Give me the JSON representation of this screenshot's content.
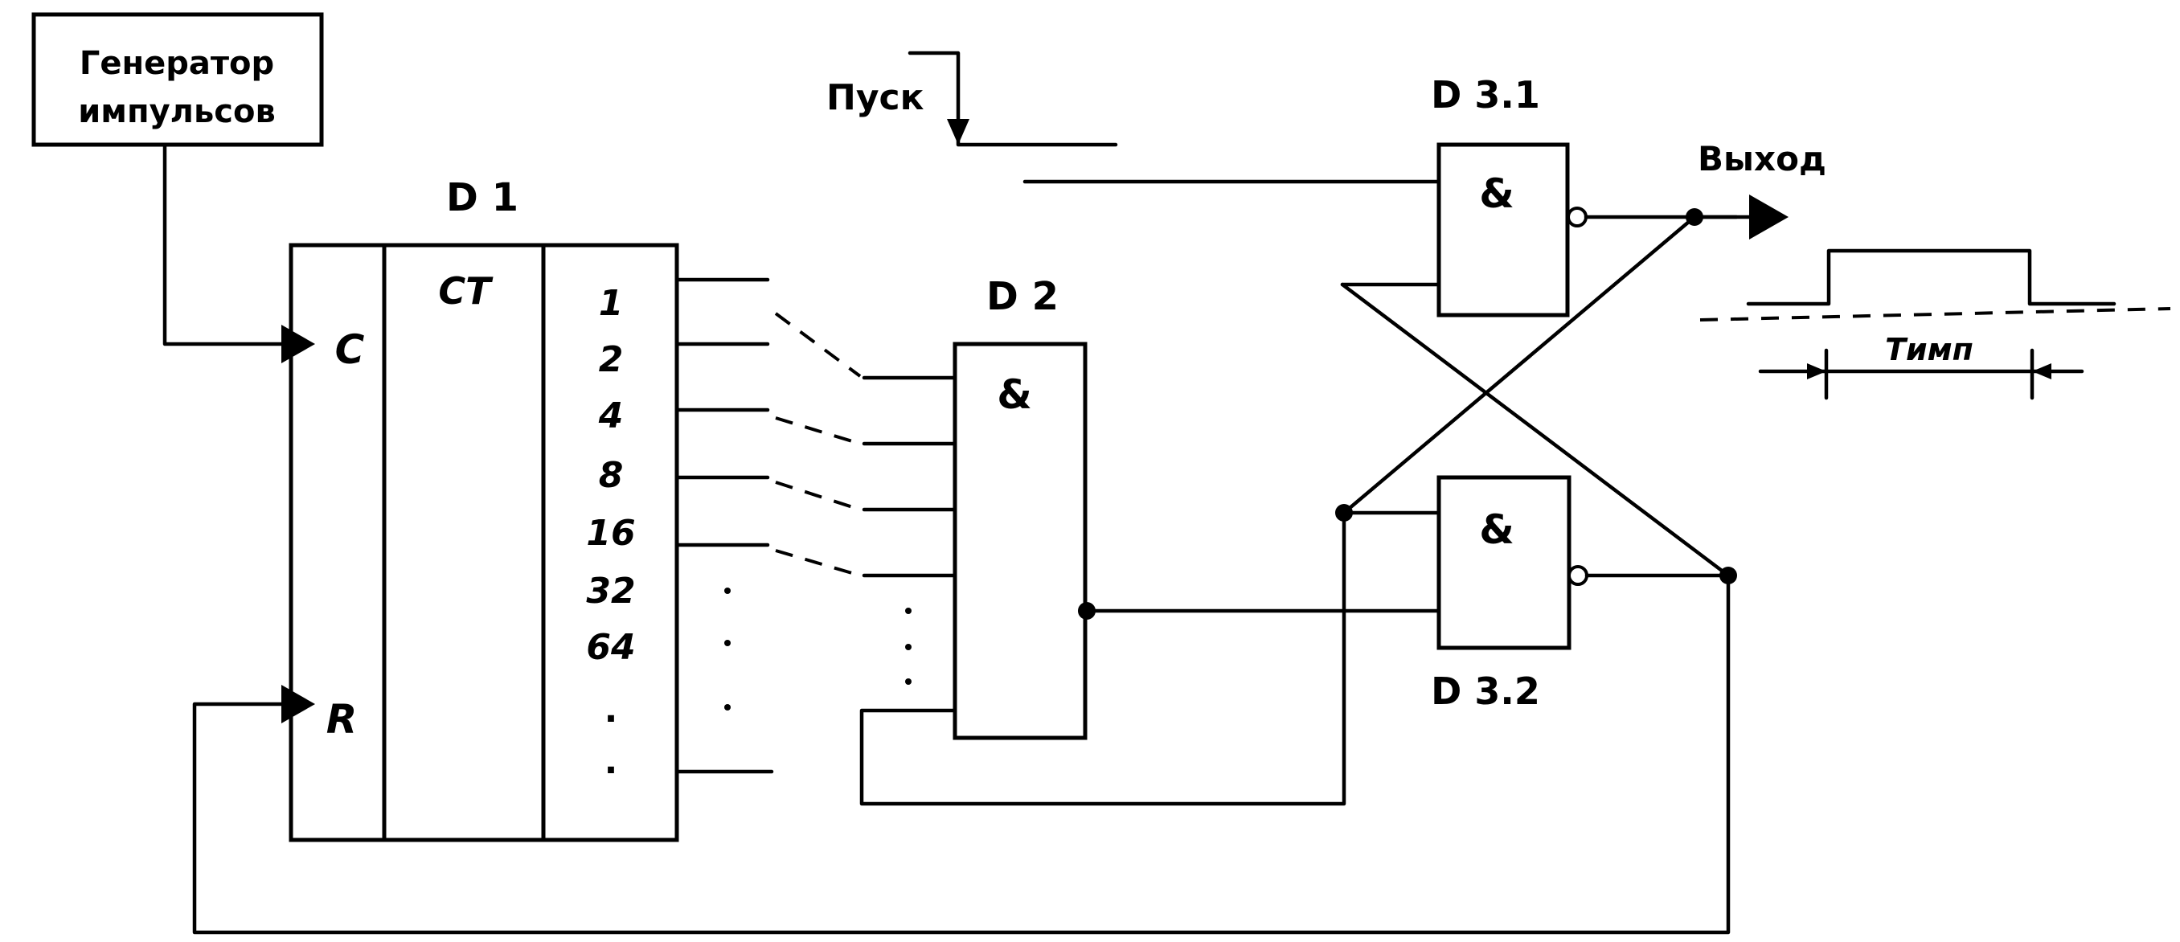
{
  "generator": {
    "line1": "Генератор",
    "line2": "импульсов"
  },
  "d1": {
    "title": "D 1",
    "counter_label": "CT",
    "clock_input": "C",
    "reset_input": "R",
    "outputs": [
      "1",
      "2",
      "4",
      "8",
      "16",
      "32",
      "64",
      ".",
      "."
    ]
  },
  "start": {
    "label": "Пуск"
  },
  "d2": {
    "title": "D 2",
    "symbol": "&"
  },
  "d31": {
    "title": "D 3.1",
    "symbol": "&"
  },
  "d32": {
    "title": "D 3.2",
    "symbol": "&"
  },
  "output": {
    "label": "Выход"
  },
  "pulse": {
    "label": "Тимп"
  },
  "colors": {
    "ink": "#000000",
    "paper": "#ffffff"
  }
}
